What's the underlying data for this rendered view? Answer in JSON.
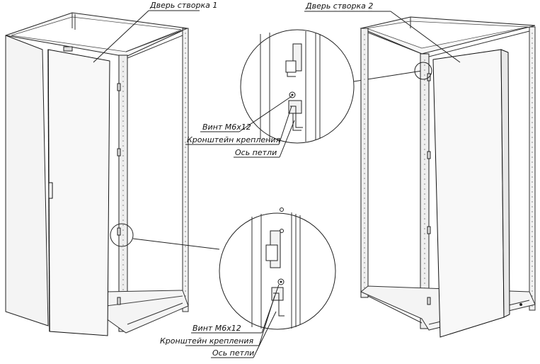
{
  "labels": {
    "door_leaf_1": "Дверь створка 1",
    "door_leaf_2": "Дверь створка 2",
    "upper_detail": {
      "screw": "Винт М6х12",
      "bracket": "Кронштейн крепления",
      "hinge_axis": "Ось петли"
    },
    "lower_detail": {
      "screw": "Винт М6х12",
      "bracket": "Кронштейн крепления",
      "hinge_axis": "Ось петли"
    }
  }
}
